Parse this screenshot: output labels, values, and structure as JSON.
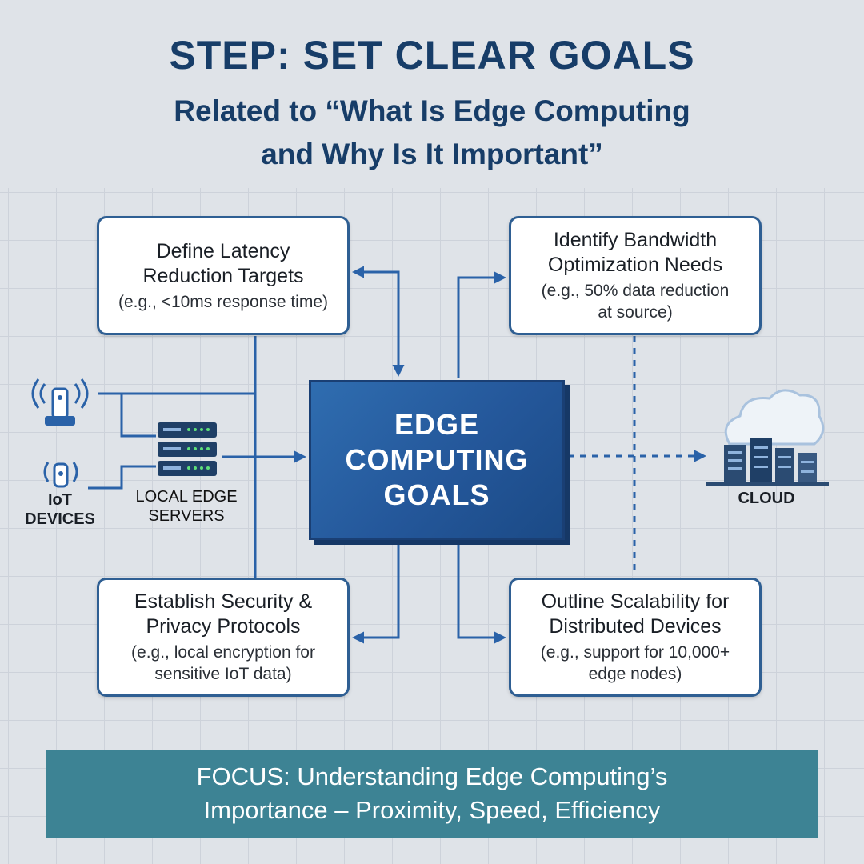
{
  "header": {
    "title": "STEP: SET CLEAR GOALS",
    "subtitle_line1": "Related to “What Is Edge Computing",
    "subtitle_line2": "and Why Is It Important”"
  },
  "center": {
    "line1": "EDGE",
    "line2": "COMPUTING",
    "line3": "GOALS"
  },
  "boxes": {
    "latency": {
      "title_line1": "Define Latency",
      "title_line2": "Reduction Targets",
      "example_line1": "(e.g., <10ms response time)"
    },
    "bandwidth": {
      "title_line1": "Identify Bandwidth",
      "title_line2": "Optimization Needs",
      "example_line1": "(e.g., 50% data reduction",
      "example_line2": "at source)"
    },
    "security": {
      "title_line1": "Establish Security &",
      "title_line2": "Privacy Protocols",
      "example_line1": "(e.g., local encryption for",
      "example_line2": "sensitive IoT data)"
    },
    "scalability": {
      "title_line1": "Outline Scalability for",
      "title_line2": "Distributed Devices",
      "example_line1": "(e.g., support for 10,000+",
      "example_line2": "edge nodes)"
    }
  },
  "labels": {
    "iot_line1": "IoT",
    "iot_line2": "DEVICES",
    "servers_line1": "LOCAL EDGE",
    "servers_line2": "SERVERS",
    "cloud": "CLOUD"
  },
  "focus": {
    "line1": "FOCUS: Understanding Edge Computing’s",
    "line2": "Importance – Proximity, Speed, Efficiency"
  },
  "icons": [
    "wifi-router-icon",
    "iot-sensor-icon",
    "server-rack-icon",
    "cloud-datacenter-icon"
  ],
  "colors": {
    "primary": "#173d68",
    "accent": "#2f6db0",
    "focus_bar": "#3d8394",
    "background": "#dfe3e8"
  }
}
